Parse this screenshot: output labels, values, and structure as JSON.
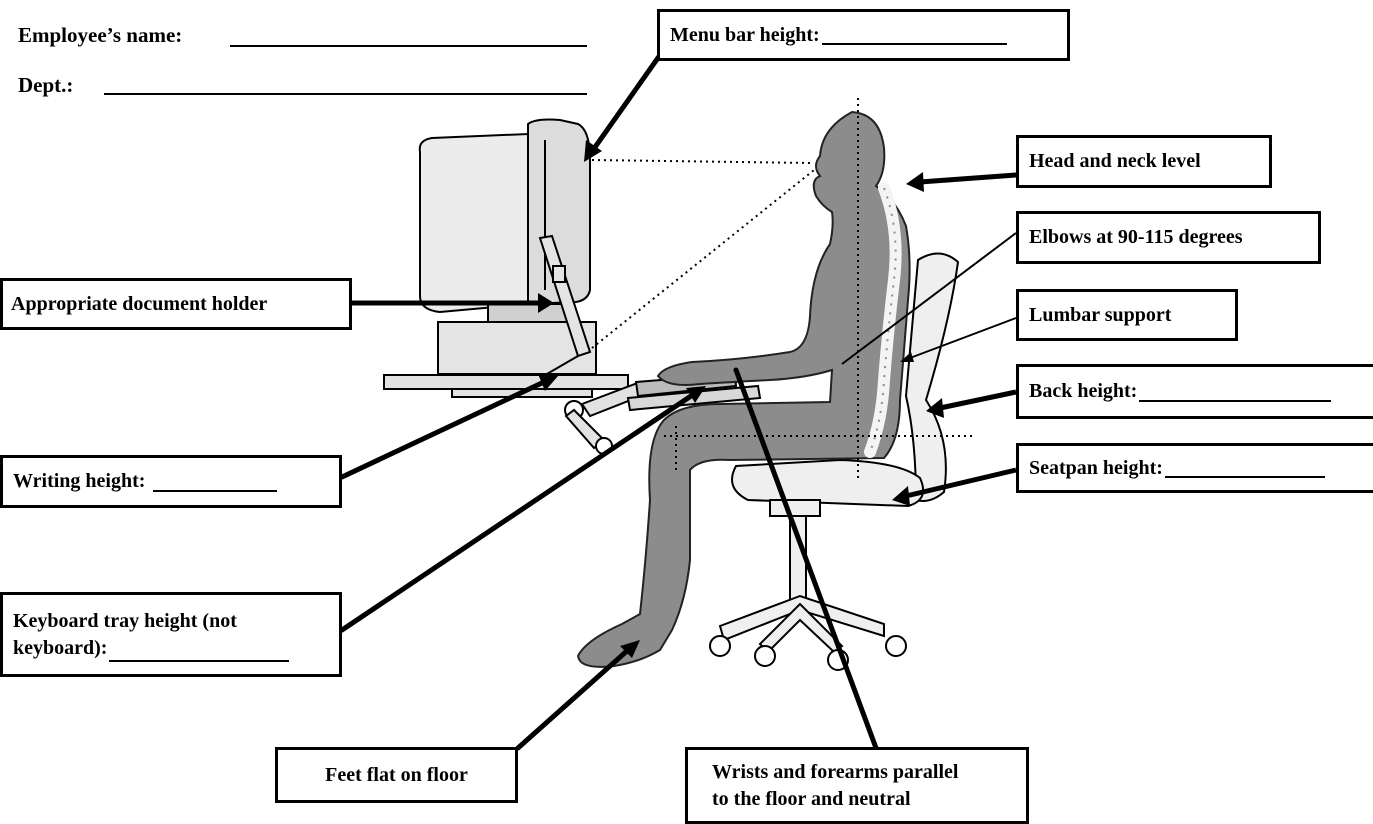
{
  "header": {
    "employee_label": "Employee’s name:",
    "dept_label": "Dept.:"
  },
  "labels": {
    "menu_bar_height": "Menu bar height:",
    "head_neck": "Head and neck level",
    "elbows": "Elbows at 90-115 degrees",
    "document_holder": "Appropriate document holder",
    "lumbar": "Lumbar support",
    "back_height": "Back height:",
    "seatpan_height": "Seatpan height:",
    "writing_height": "Writing height:",
    "keyboard_tray_line1": "Keyboard tray height (not",
    "keyboard_tray_line2": "keyboard):",
    "feet": "Feet flat on floor",
    "wrists_line1": "Wrists and forearms parallel",
    "wrists_line2": "to the floor and neutral"
  }
}
